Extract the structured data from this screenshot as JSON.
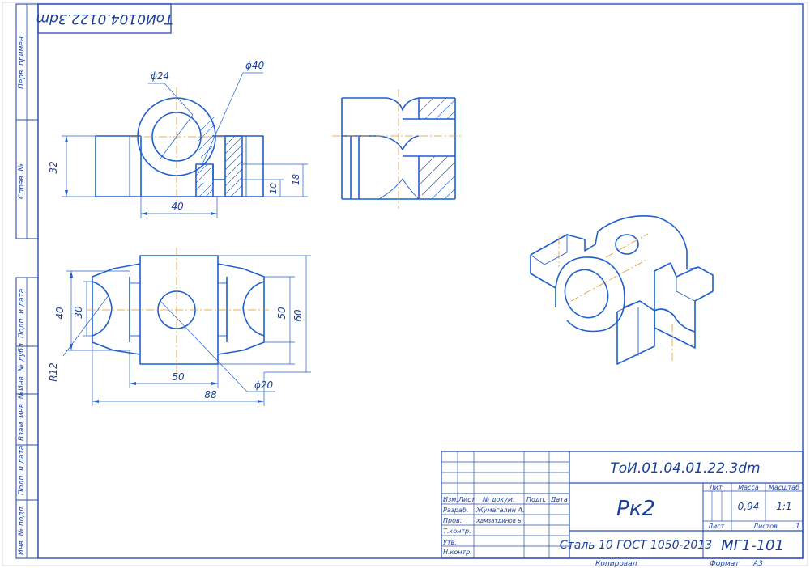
{
  "stamp_code_rotated": "ТоИ0104.0122.3dm",
  "side_strip_labels": [
    "Перв. примен.",
    "Справ. №",
    "Подп. и дата",
    "Инв. № дубл.",
    "Взам. инв. №",
    "Подп. и дата",
    "Инв. № подл."
  ],
  "dimensions": {
    "d24": "ϕ24",
    "d40": "ϕ40",
    "h32": "32",
    "w40": "40",
    "h10": "10",
    "h18": "18",
    "h40": "40",
    "h30": "30",
    "r12": "R12",
    "h50": "50",
    "h60": "60",
    "w50": "50",
    "w88": "88",
    "d20": "ϕ20"
  },
  "title_block": {
    "doc_code": "ТоИ.01.04.01.22.3dm",
    "part_name": "Рк2",
    "material": "Сталь 10  ГОСТ 1050-2013",
    "group": "МГ1-101",
    "headers": {
      "change": "Изм.",
      "sheet": "Лист",
      "doc_no": "№ докум.",
      "sign": "Подп.",
      "date": "Дата",
      "lit": "Лит.",
      "mass": "Масса",
      "scale": "Масштаб"
    },
    "roles": {
      "developed": "Разраб.",
      "checked": "Пров.",
      "tcontrol": "Т.контр.",
      "ncontrol": "Н.контр.",
      "approved": "Утв."
    },
    "developer": "Жумагалин А.",
    "checker": "Хамзатдинов Б.",
    "mass_value": "0,94",
    "scale_value": "1:1",
    "sheet_label": "Лист",
    "sheets_label": "Листов",
    "sheets_value": "1"
  },
  "footer": {
    "copied": "Копировал",
    "format_label": "Формат",
    "format_value": "А3"
  }
}
